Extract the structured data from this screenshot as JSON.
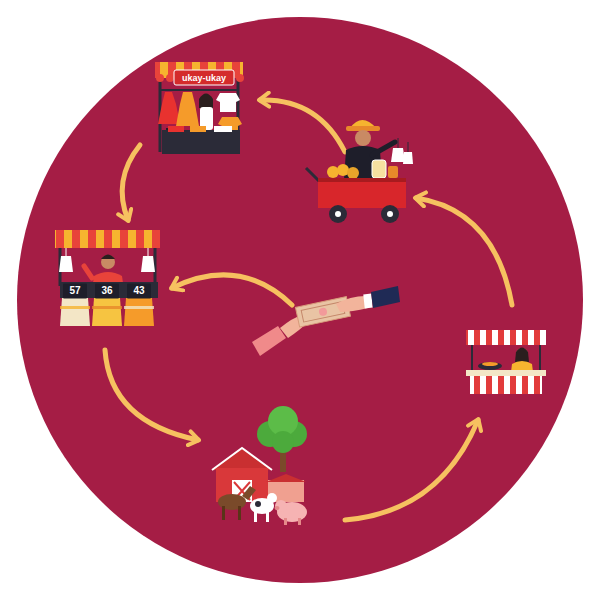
{
  "diagram": {
    "labels": [
      "ukay-ukay",
      "57",
      "36",
      "43"
    ]
  }
}
